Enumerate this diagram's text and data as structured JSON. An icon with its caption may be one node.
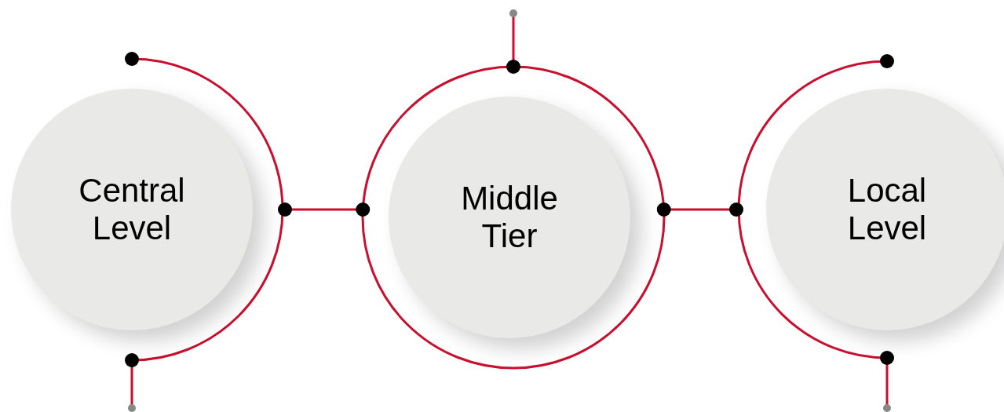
{
  "diagram": {
    "nodes": [
      {
        "text": [
          "Central Level"
        ]
      },
      {
        "text": [
          "Middle Tier"
        ]
      },
      {
        "text": [
          "Local Level"
        ]
      }
    ],
    "edges": [
      {
        "from": 0,
        "to": 1,
        "arrow": "other"
      },
      {
        "from": 1,
        "to": 2,
        "arrow": "other"
      },
      {
        "from": null,
        "to": 1,
        "arrow": "other"
      },
      {
        "from": 0,
        "to": null,
        "arrow": "other"
      },
      {
        "from": 2,
        "to": null,
        "arrow": "other"
      }
    ]
  }
}
